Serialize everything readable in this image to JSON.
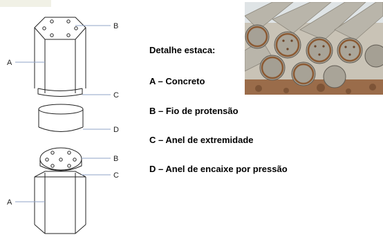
{
  "labels": {
    "top_a": "A",
    "top_b": "B",
    "top_c": "C",
    "ring_d": "D",
    "bottom_b": "B",
    "bottom_c": "C",
    "bottom_a": "A"
  },
  "legend": {
    "title": "Detalhe estaca:",
    "items": [
      "A – Concreto",
      "B – Fio de protensão",
      "C – Anel de extremidade",
      "D – Anel de encaixe por pressão"
    ]
  },
  "photo": {
    "subject": "stacked-concrete-piles",
    "colors": {
      "concrete": "#b9b5aa",
      "rust": "#8b5a33",
      "sky": "#dfe4e6"
    }
  }
}
